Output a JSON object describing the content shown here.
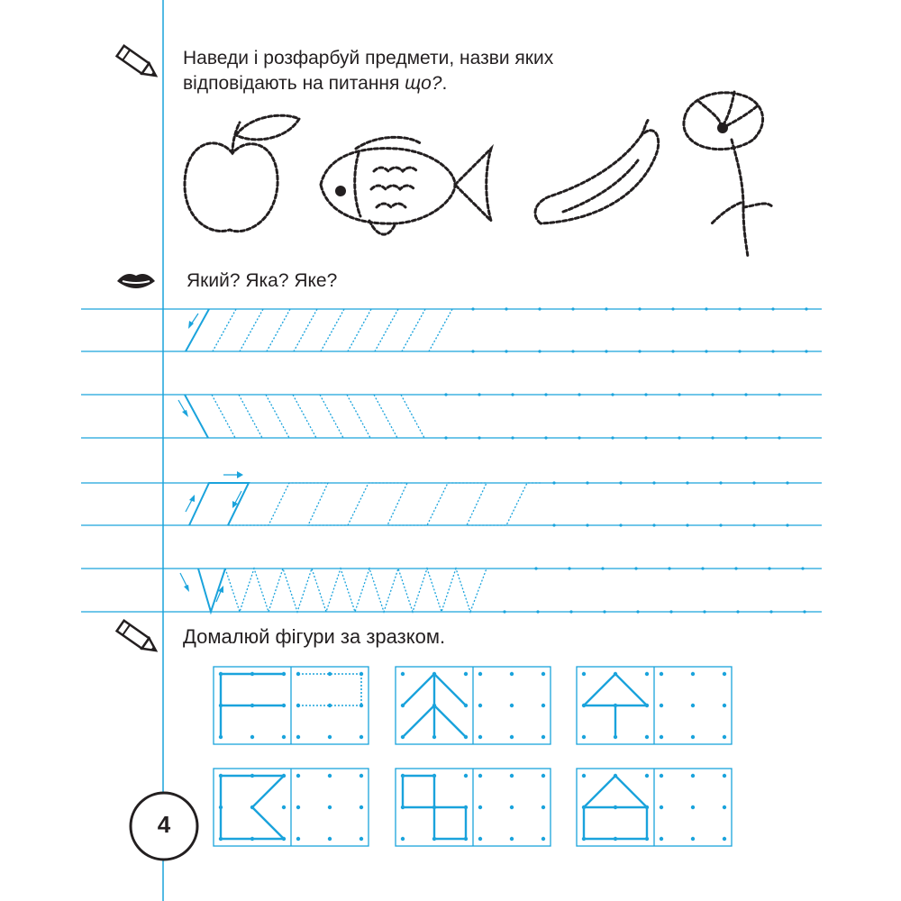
{
  "task1": {
    "line1": "Наведи і розфарбуй предмети, назви яких",
    "line2_prefix": "відповідають на питання ",
    "line2_emph": "що?",
    "line2_suffix": ".",
    "icon": "pencil-icon",
    "items": [
      "apple",
      "fish",
      "cucumber",
      "poppy-flower"
    ]
  },
  "task2": {
    "text": "Який? Яка? Яке?",
    "icon": "lips-icon"
  },
  "task3": {
    "text": "Домалюй фігури за зразком.",
    "icon": "pencil-icon"
  },
  "page_number": "4",
  "colors": {
    "line": "#1aa3dc",
    "ink": "#231f20"
  }
}
